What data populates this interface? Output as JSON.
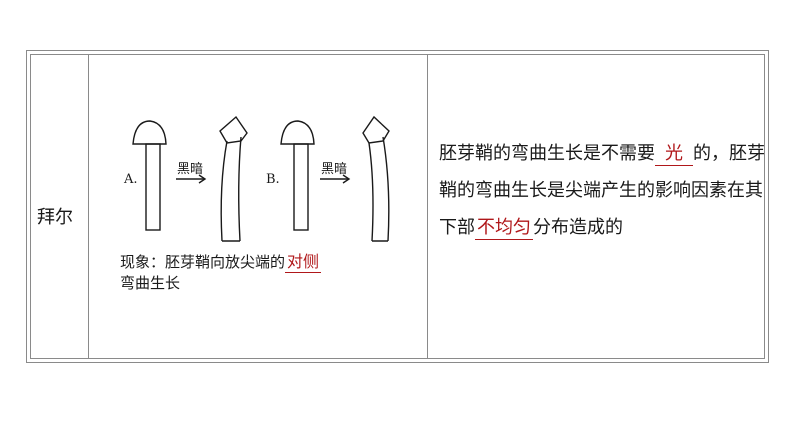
{
  "table": {
    "scientist": "拜尔",
    "figure": {
      "label_a": "A.",
      "label_b": "B.",
      "arrow_label_a": "黑暗",
      "arrow_label_b": "黑暗"
    },
    "observation": {
      "prefix": "现象：胚芽鞘向放尖端的",
      "answer": "对侧",
      "suffix": "弯曲生长"
    },
    "conclusion": {
      "part1": "胚芽鞘的弯曲生长是不需要",
      "answer1": "光",
      "part2": "的，胚芽鞘的弯曲生长是尖端产生的影响因素在其下部",
      "answer2": "不均匀",
      "part3": "分布造成的"
    }
  },
  "colors": {
    "answer": "#b0171a",
    "border": "#8a8a8a"
  }
}
